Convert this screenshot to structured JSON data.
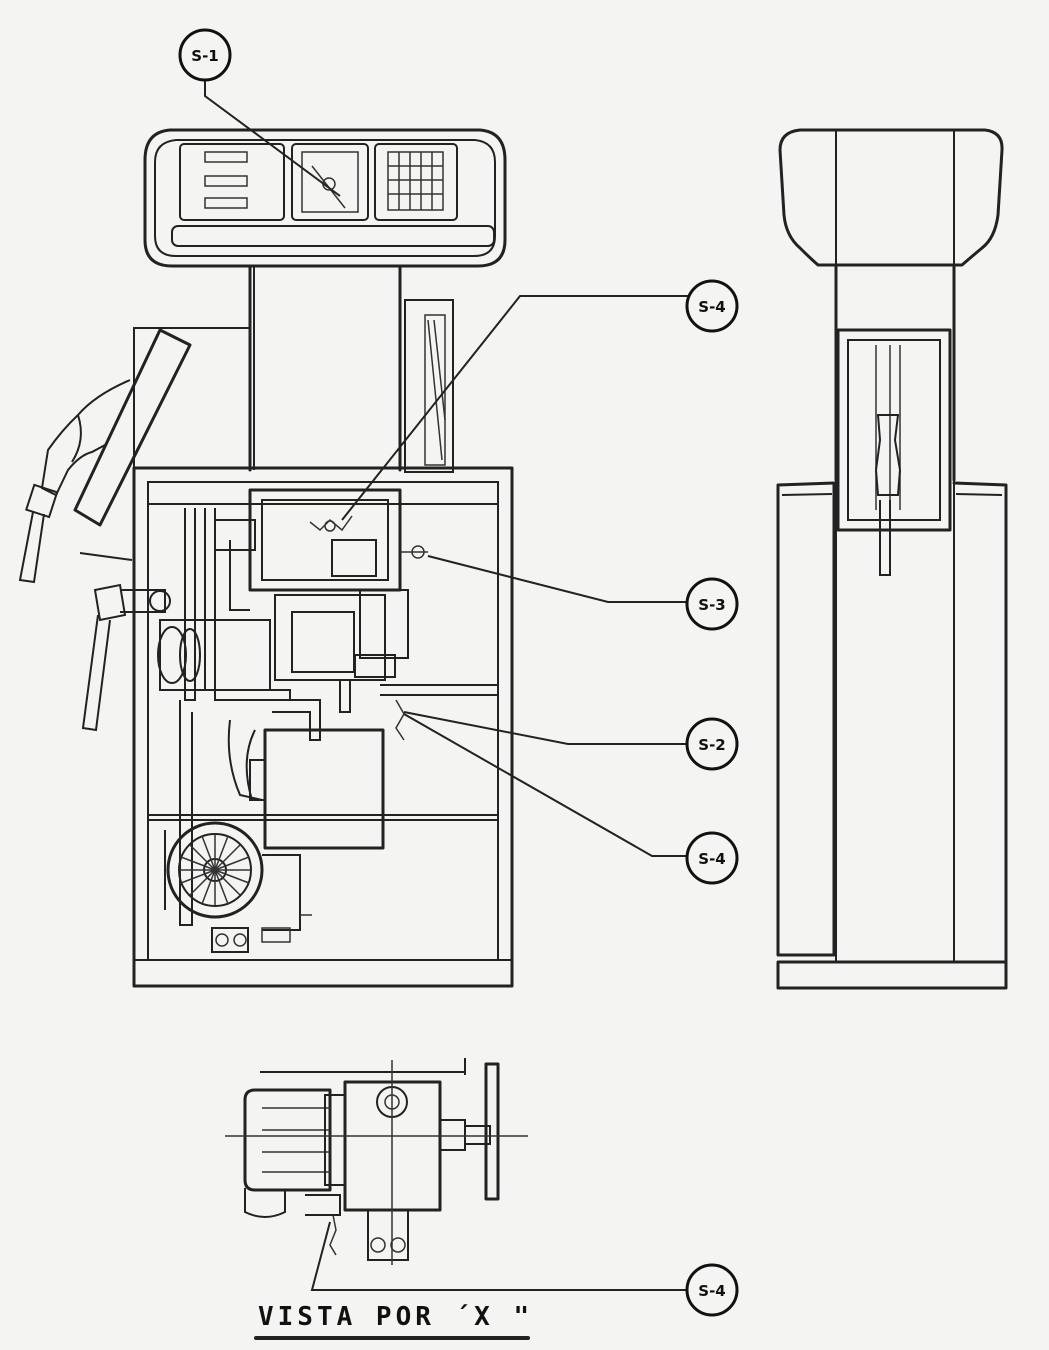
{
  "callouts": [
    {
      "id": "s1",
      "label": "S-1"
    },
    {
      "id": "s4_top",
      "label": "S-4"
    },
    {
      "id": "s3",
      "label": "S-3"
    },
    {
      "id": "s2",
      "label": "S-2"
    },
    {
      "id": "s4_mid",
      "label": "S-4"
    },
    {
      "id": "s4_bottom",
      "label": "S-4"
    }
  ],
  "caption": "VISTA  POR ´X \""
}
